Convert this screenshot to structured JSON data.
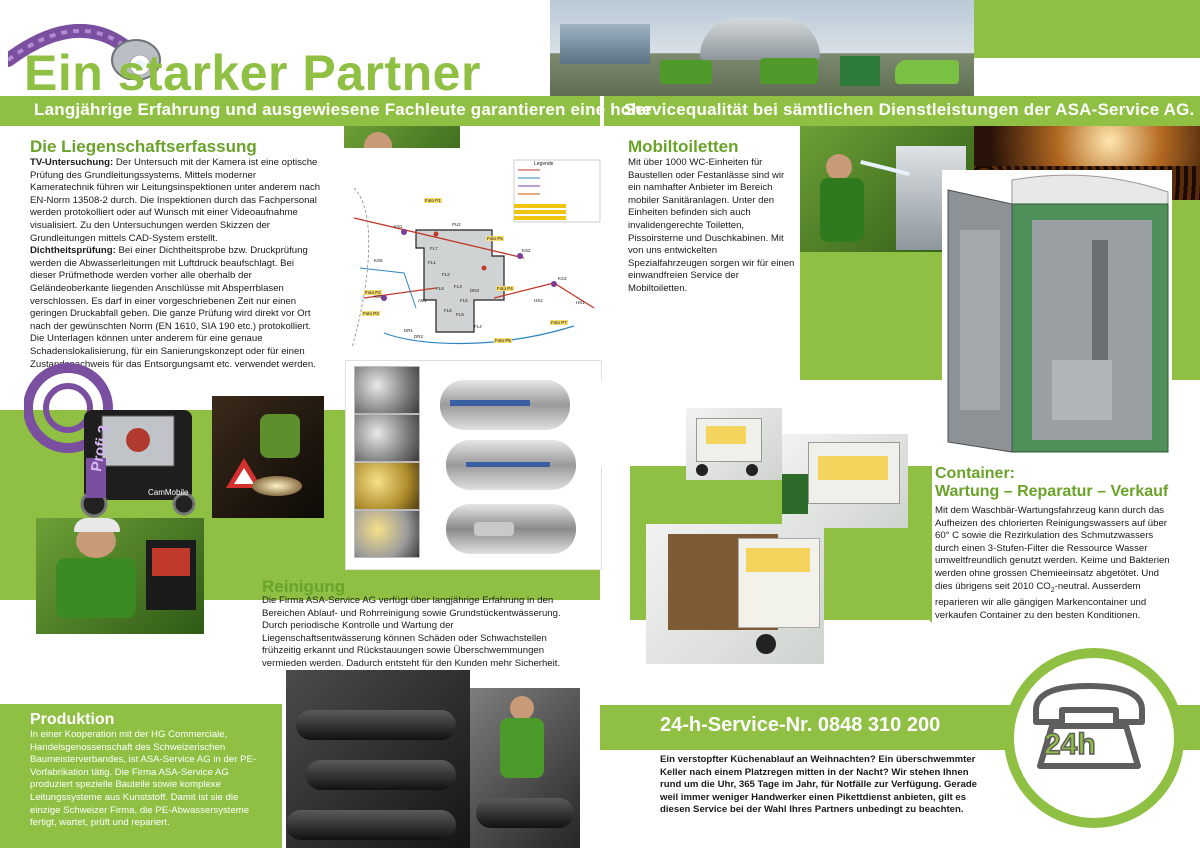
{
  "title": "Ein starker Partner",
  "subtitle_left": "Langjährige Erfahrung und ausgewiesene Fachleute garantieren eine hohe",
  "subtitle_right": "Servicequalität bei sämtlichen Dienstleistungen der ASA-Service AG.",
  "liegenschaft": {
    "heading": "Die Liegenschaftserfassung",
    "tv_label": "TV-Untersuchung:",
    "tv_text": " Der Untersuch mit der Kamera ist eine optische Prüfung des Grundleitungssystems. Mittels moderner Kameratechnik führen wir Leitungsinspektionen unter anderem nach EN-Norm 13508-2 durch. Die Inspektionen durch das Fachpersonal werden protokolliert oder auf Wunsch mit einer Videoaufnahme visualisiert. Zu den Untersuchungen werden Skizzen der Grundleitungen mittels CAD-System erstellt.",
    "dicht_label": "Dichtheitsprüfung:",
    "dicht_text": " Bei einer Dichtheitsprobe bzw. Druckprüfung werden die Abwasserleitungen mit Luftdruck beaufschlagt. Bei dieser Prüfmethode werden vorher alle oberhalb der Geländeoberkante liegenden Anschlüsse mit Absperrblasen verschlossen. Es darf in einer vorgeschriebenen Zeit nur einen geringen Druckabfall geben. Die ganze Prüfung wird direkt vor Ort nach der gewünschten Norm (EN 1610, SIA 190 etc.) protokolliert. Die Unterlagen können unter anderem für eine genaue Schadenslokalisierung, für ein Sanierungskonzept oder für einen Zustandsnachweis für das Entsorgungsamt etc. verwendet werden."
  },
  "reinigung": {
    "heading": "Reinigung",
    "text": "Die Firma ASA-Service AG verfügt über langjährige Erfahrung in den Bereichen Ablauf- und Rohrreinigung sowie Grundstückentwässerung. Durch periodische Kontrolle und Wartung der Liegenschaftsentwässerung können Schäden oder Schwachstellen frühzeitig erkannt und Rückstauungen sowie Überschwemmungen vermieden werden. Dadurch entsteht für den Kunden mehr Sicherheit."
  },
  "produktion": {
    "heading": "Produktion",
    "text": "In einer Kooperation mit der HG Commerciale, Handelsgenossenschaft des Schweizerischen Baumeisterverbandes, ist ASA-Service AG in der PE-Vorfabrikation tätig. Die Firma ASA-Service AG produziert spezielle Bauteile sowie komplexe Leitungssysteme aus Kunststoff. Damit ist sie die einzige Schweizer Firma, die PE-Abwassersysteme fertigt, wartet, prüft und repariert."
  },
  "mobiltoiletten": {
    "heading": "Mobiltoiletten",
    "text": "Mit über 1000 WC-Einheiten für Baustellen oder Festanlässe sind wir ein namhafter Anbieter im Bereich mobiler Sanitäranlagen. Unter den Einheiten befinden sich auch invalidengerechte Toiletten, Pissoirsterne und Duschkabinen. Mit von uns entwickelten Spezialfahrzeugen sorgen wir für einen einwandfreien Service der Mobiltoiletten."
  },
  "container": {
    "heading1": "Container:",
    "heading2": "Wartung – Reparatur – Verkauf",
    "text_a": "Mit dem Waschbär-Wartungsfahrzeug kann durch das Aufheizen des chlorierten Reinigungswassers auf über 60° C sowie die Rezirkulation des Schmutzwassers durch einen 3-Stufen-Filter die Ressource Wasser umweltfreundlich genutzt werden. Keime und Bakterien werden ohne grossen Chemieeinsatz abgetötet. Und dies übrigens seit 2010 CO",
    "text_sub": "2",
    "text_b": "-neutral. Ausserdem reparieren wir alle gängigen Markencontainer und verkaufen Container zu den besten Konditionen."
  },
  "service": {
    "heading": "24-h-Service-Nr. 0848 310 200",
    "text": "Ein verstopfter Küchenablauf an Weihnachten? Ein überschwemmter Keller nach einem Platzregen mitten in der Nacht? Wir stehen Ihnen rund um die Uhr, 365 Tage im Jahr, für Notfälle zur Verfügung. Gerade weil immer weniger Handwerker einen Pikettdienst anbieten, gilt es diesen Service bei der Wahl Ihres Partners unbedingt zu beachten.",
    "badge": "24h"
  },
  "camera": {
    "brand": "CamMobile",
    "model": "Profi 3"
  },
  "plan": {
    "legend_title": "Legende",
    "photo_labels": [
      "Foto P1",
      "Foto P2",
      "Foto P3",
      "Foto P4",
      "Foto P5",
      "Foto P6",
      "Foto P7"
    ],
    "node_labels": [
      "KS1",
      "KS2",
      "KS3",
      "KS4",
      "KS5",
      "HS1",
      "HS2",
      "FL1",
      "FL2",
      "FL3",
      "FL4",
      "FL5",
      "FL6",
      "FL7",
      "FL8",
      "FL9",
      "AB1",
      "DN3",
      "PU2",
      "DR1",
      "DR2"
    ]
  },
  "colors": {
    "accent": "#8fc043",
    "accent_text": "#6aa32a",
    "light_accent": "#a7cf67"
  }
}
